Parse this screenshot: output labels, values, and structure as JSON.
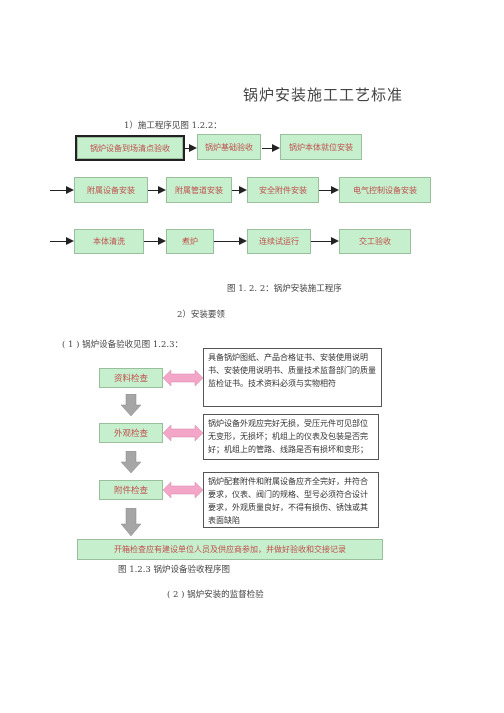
{
  "doc": {
    "title": "锅炉安装施工工艺标准",
    "step1": "1）施工程序见图 1.2.2：",
    "fig1_caption": "图 1. 2. 2：锅炉安装施工程序",
    "step2": "2）安装要领",
    "sub1": "( 1 ) 锅炉设备验收见图 1.2.3：",
    "fig2_caption": "图 1.2.3 锅炉设备验收程序图",
    "sub2": "( 2 ) 锅炉安装的监督检验"
  },
  "flow": {
    "row1": [
      "锅炉设备到场清点验收",
      "锅炉基础验收",
      "锅炉本体就位安装"
    ],
    "row2": [
      "附属设备安装",
      "附属管道安装",
      "安全附件安装",
      "电气控制设备安装"
    ],
    "row3": [
      "本体清洗",
      "煮炉",
      "连续试运行",
      "交工验收"
    ]
  },
  "acceptance": {
    "steps": [
      {
        "label": "资料检查",
        "desc": "具备锅炉图纸、产品合格证书、安装使用说明书、安装使用说明书、质量技术监督部门的质量监检证书。技术资料必须与实物相符"
      },
      {
        "label": "外观检查",
        "desc": "锅炉设备外观应完好无损，受压元件可见部位无变形，无损坏；机组上的仪表及包装是否完好；机组上的管路、线路是否有损坏和变形；"
      },
      {
        "label": "附件检查",
        "desc": "锅炉配套附件和附属设备应齐全完好，并符合要求，仪表、阀门的规格、型号必须符合设计要求，外观质量良好，不得有损伤、锈蚀或其表面缺陷"
      }
    ],
    "final": "开箱检查应有建设单位人员及供应商参加，并做好验收和交接记录"
  },
  "colors": {
    "box_fill": "#c6efce",
    "box_text": "#c0504d",
    "pink_arrow": "#f4a6c8",
    "gray_arrow": "#a6a6a6"
  }
}
